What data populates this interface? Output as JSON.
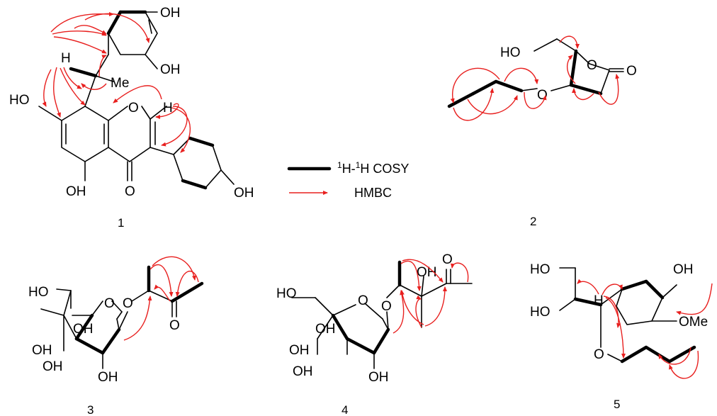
{
  "atoms": {
    "oh": "OH",
    "ho": "HO",
    "h": "H",
    "o": "O",
    "me": "Me",
    "ome": "OMe"
  },
  "compounds": [
    "1",
    "2",
    "3",
    "4",
    "5"
  ],
  "legend": {
    "cosy_sup": "1",
    "cosy_h1": "H-",
    "cosy_h2": "H COSY",
    "hmbc": "HMBC"
  },
  "colors": {
    "bond": "#000000",
    "hmbc": "#e8201f"
  }
}
